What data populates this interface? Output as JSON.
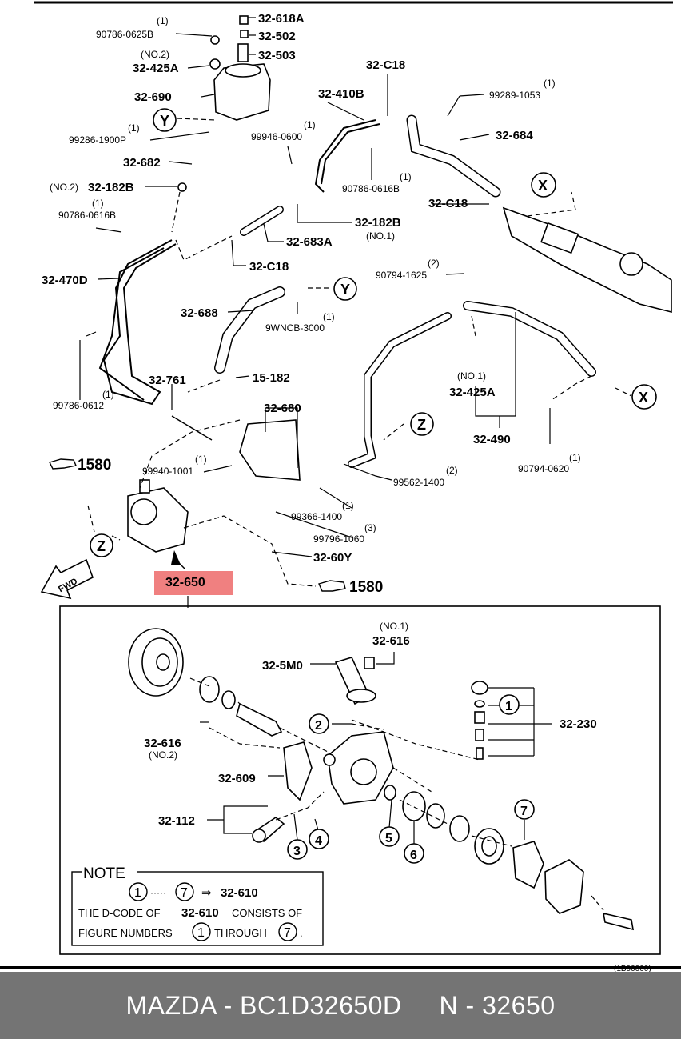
{
  "footer": {
    "brand": "MAZDA",
    "sep1": " - ",
    "part_number": "BC1D32650D",
    "gap": "     ",
    "section": "N - 32650"
  },
  "highlight": {
    "label": "32-650",
    "color": "#f08080"
  },
  "labels": {
    "p618a": "32-618A",
    "p502": "32-502",
    "p503": "32-503",
    "q_90786_0625b": "(1)",
    "p90786_0625b": "90786-0625B",
    "no2_a": "(NO.2)",
    "p425a": "32-425A",
    "p690": "32-690",
    "y1": "Y",
    "q_99286": "(1)",
    "p99286": "99286-1900P",
    "p682": "32-682",
    "no2_b": "(NO.2)",
    "p182b_a": "32-182B",
    "q_90786_0616b_a": "(1)",
    "p90786_0616b_a": "90786-0616B",
    "p470d": "32-470D",
    "p410b": "32-410B",
    "pc18_a": "32-C18",
    "q_99946": "(1)",
    "p99946": "99946-0600",
    "q_90786_0616b_b": "(1)",
    "p90786_0616b_b": "90786-0616B",
    "q_99289": "(1)",
    "p99289": "99289-1053",
    "p684": "32-684",
    "pc18_b": "32-C18",
    "x1": "X",
    "p182b_b": "32-182B",
    "no1_a": "(NO.1)",
    "p683a": "32-683A",
    "pc18_c": "32-C18",
    "q_90794_1625": "(2)",
    "p90794_1625": "90794-1625",
    "p688": "32-688",
    "y2": "Y",
    "q_9wncb": "(1)",
    "p9wncb": "9WNCB-3000",
    "q_99786": "(1)",
    "p99786": "99786-0612",
    "p761": "32-761",
    "p15_182": "15-182",
    "p680": "32-680",
    "no1_b": "(NO.1)",
    "p425a_b": "32-425A",
    "x2": "X",
    "z1": "Z",
    "p490": "32-490",
    "q_90794_0620": "(1)",
    "p90794_0620": "90794-0620",
    "ref_1580_a": "1580",
    "q_99940": "(1)",
    "p99940": "99940-1001",
    "q_99562": "(2)",
    "p99562": "99562-1400",
    "q_99366": "(1)",
    "p99366": "99366-1400",
    "q_99796": "(3)",
    "p99796": "99796-1060",
    "p60y": "32-60Y",
    "z2": "Z",
    "ref_1580_b": "1580",
    "fwd": "FWD",
    "no1_c": "(NO.1)",
    "p616_a": "32-616",
    "p5m0": "32-5M0",
    "c1": "1",
    "p230": "32-230",
    "c2": "2",
    "p616_b": "32-616",
    "no2_c": "(NO.2)",
    "p609": "32-609",
    "p112": "32-112",
    "c3": "3",
    "c4": "4",
    "c5": "5",
    "c6": "6",
    "c7": "7",
    "note_title": "NOTE",
    "note_c1": "1",
    "note_dots": "·····",
    "note_c7": "7",
    "note_arrow": "⇒",
    "note_p610": "32-610",
    "note_line1a": "THE D-CODE OF",
    "note_line1b": "32-610",
    "note_line1c": "CONSISTS OF",
    "note_line2a": "FIGURE NUMBERS",
    "note_l2c1": "1",
    "note_line2b": "THROUGH",
    "note_l2c7": "7",
    "note_period": ".",
    "corner_code": "(1B00000)"
  }
}
